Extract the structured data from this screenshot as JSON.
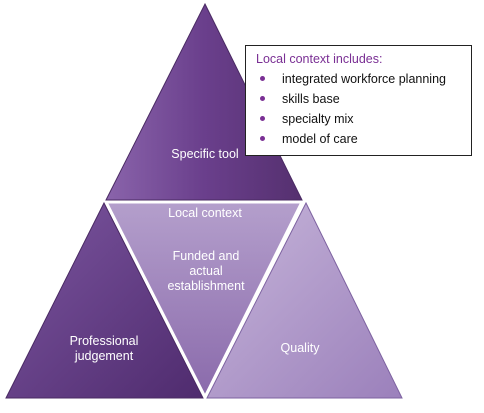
{
  "diagram": {
    "top_triangle": {
      "label": "Specific tool"
    },
    "center_triangle": {
      "title": "Local context",
      "lines": [
        "Funded and",
        "actual",
        "establishment"
      ]
    },
    "left_triangle": {
      "lines": [
        "Professional",
        "judgement"
      ]
    },
    "right_triangle": {
      "label": "Quality"
    }
  },
  "callout": {
    "title": "Local context includes:",
    "items": [
      "integrated workforce planning",
      "skills base",
      "specialty mix",
      "model of care"
    ]
  },
  "colors": {
    "top": "#6a3f8c",
    "left": "#5b347c",
    "center": "#9478b4",
    "right": "#a88fc4",
    "accent": "#7a2f94"
  }
}
